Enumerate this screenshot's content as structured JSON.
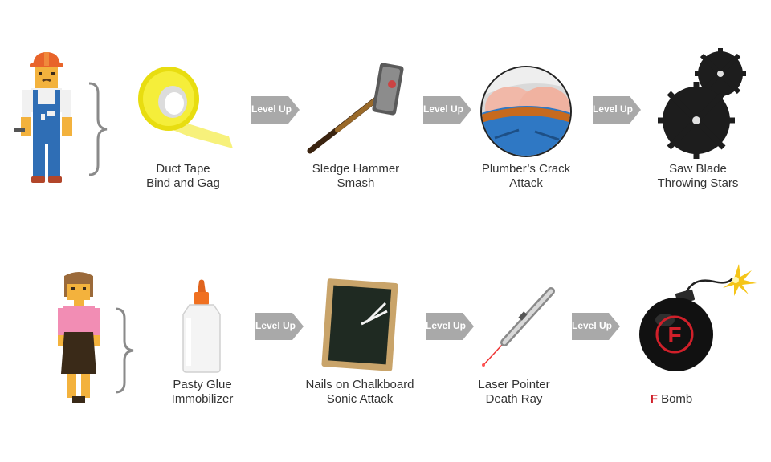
{
  "rows": [
    {
      "character": "worker-man",
      "items": [
        {
          "line1": "Duct Tape",
          "line2": "Bind and Gag"
        },
        {
          "line1": "Sledge Hammer",
          "line2": "Smash"
        },
        {
          "line1": "Plumber’s Crack",
          "line2": "Attack"
        },
        {
          "line1": "Saw Blade",
          "line2": "Throwing Stars"
        }
      ]
    },
    {
      "character": "office-woman",
      "items": [
        {
          "line1": "Pasty Glue",
          "line2": "Immobilizer"
        },
        {
          "line1": "Nails on Chalkboard",
          "line2": "Sonic Attack"
        },
        {
          "line1": "Laser Pointer",
          "line2": "Death Ray"
        },
        {
          "f_letter": "F",
          "rest": " Bomb"
        }
      ]
    }
  ],
  "level_up_label": "Level Up",
  "colors": {
    "arrow": "#a9a9a9",
    "f_letter": "#d0202a",
    "brace": "#8a8a8a"
  },
  "icons": [
    "worker-icon",
    "duct-tape-icon",
    "sledge-hammer-icon",
    "plumbers-crack-icon",
    "saw-blade-icon",
    "woman-icon",
    "glue-bottle-icon",
    "chalkboard-icon",
    "laser-pointer-icon",
    "bomb-icon"
  ]
}
